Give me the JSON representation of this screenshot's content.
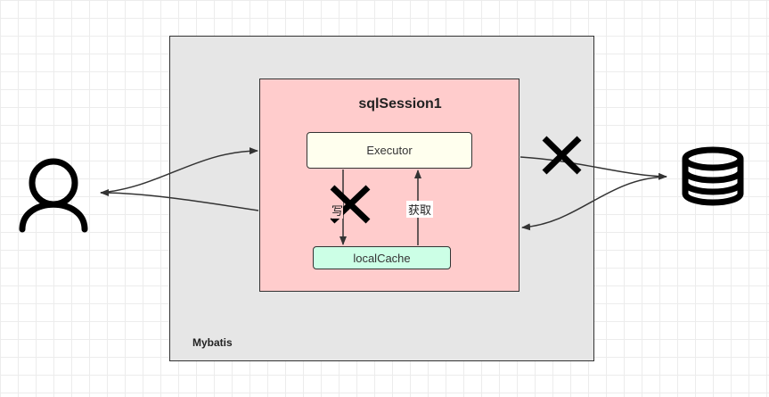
{
  "diagram": {
    "container_label": "Mybatis",
    "session_title": "sqlSession1",
    "executor_label": "Executor",
    "cache_label": "localCache",
    "write_label": "写",
    "read_label": "获取"
  },
  "icons": {
    "user": "user-icon",
    "database": "database-icon",
    "blocked": "cross-icon"
  },
  "colors": {
    "container_fill": "#e6e6e6",
    "session_fill": "#ffcccc",
    "executor_fill": "#ffffee",
    "cache_fill": "#ccffe6"
  }
}
